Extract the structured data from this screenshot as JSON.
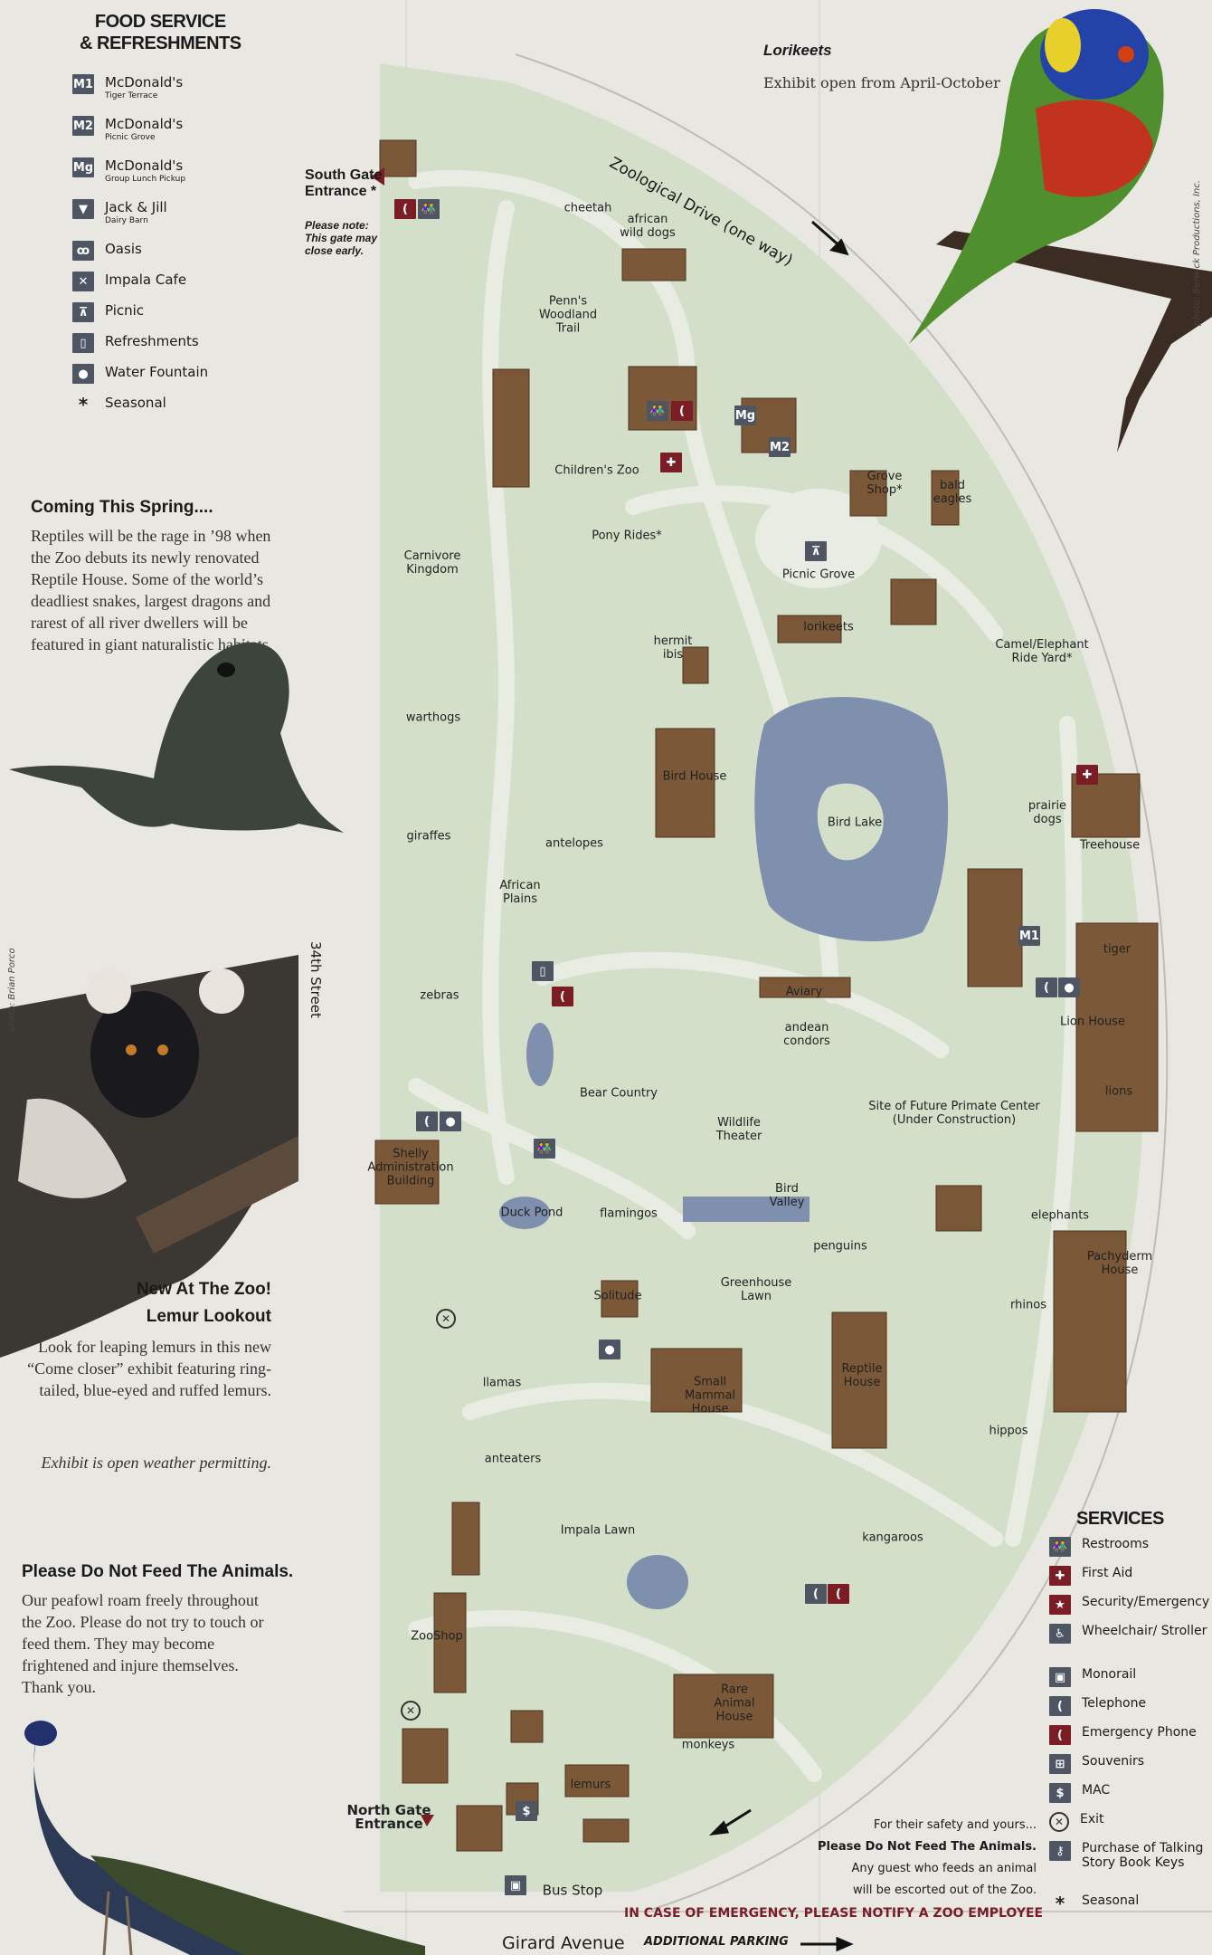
{
  "food_legend": {
    "title_line1": "FOOD SERVICE",
    "title_line2": "& REFRESHMENTS",
    "items": [
      {
        "icon": "mcdonalds-1-icon",
        "glyph": "M1",
        "label": "McDonald's",
        "sub": "Tiger Terrace"
      },
      {
        "icon": "mcdonalds-2-icon",
        "glyph": "M2",
        "label": "McDonald's",
        "sub": "Picnic Grove"
      },
      {
        "icon": "mcdonalds-g-icon",
        "glyph": "Mg",
        "label": "McDonald's",
        "sub": "Group Lunch Pickup"
      },
      {
        "icon": "ice-cream-icon",
        "glyph": "▼",
        "label": "Jack & Jill",
        "sub": "Dairy Barn"
      },
      {
        "icon": "pretzel-icon",
        "glyph": "ꝏ",
        "label": "Oasis",
        "sub": ""
      },
      {
        "icon": "fork-knife-icon",
        "glyph": "✕",
        "label": "Impala Cafe",
        "sub": ""
      },
      {
        "icon": "picnic-table-icon",
        "glyph": "⊼",
        "label": "Picnic",
        "sub": ""
      },
      {
        "icon": "cup-icon",
        "glyph": "▯",
        "label": "Refreshments",
        "sub": ""
      },
      {
        "icon": "water-drop-icon",
        "glyph": "●",
        "label": "Water Fountain",
        "sub": ""
      },
      {
        "icon": "asterisk-icon",
        "glyph": "*",
        "label": "Seasonal",
        "sub": ""
      }
    ]
  },
  "services_legend": {
    "title": "SERVICES",
    "items": [
      {
        "icon": "restroom-icon",
        "glyph": "👫",
        "label": "Restrooms",
        "red": false
      },
      {
        "icon": "first-aid-icon",
        "glyph": "✚",
        "label": "First Aid",
        "red": true
      },
      {
        "icon": "security-badge-icon",
        "glyph": "★",
        "label": "Security/Emergency",
        "red": true
      },
      {
        "icon": "wheelchair-icon",
        "glyph": "♿",
        "label": "Wheelchair/ Stroller",
        "red": false
      },
      {
        "icon": "monorail-icon",
        "glyph": "▣",
        "label": "Monorail",
        "red": false
      },
      {
        "icon": "telephone-icon",
        "glyph": "(",
        "label": "Telephone",
        "red": false
      },
      {
        "icon": "emergency-phone-icon",
        "glyph": "(",
        "label": "Emergency Phone",
        "red": true
      },
      {
        "icon": "gift-icon",
        "glyph": "⊞",
        "label": "Souvenirs",
        "red": false
      },
      {
        "icon": "dollar-icon",
        "glyph": "$",
        "label": "MAC",
        "red": false
      },
      {
        "icon": "exit-icon",
        "glyph": "✕",
        "label": "Exit",
        "red": false
      },
      {
        "icon": "key-icon",
        "glyph": "⚷",
        "label": "Purchase of Talking Story Book Keys",
        "red": false
      },
      {
        "icon": "asterisk-icon",
        "glyph": "*",
        "label": "Seasonal",
        "red": false
      }
    ]
  },
  "spring": {
    "title": "Coming This Spring....",
    "text": "Reptiles will be the rage in ’98 when the Zoo debuts its newly renovated Reptile House. Some of the world’s deadliest snakes, largest dragons and rarest of all river dwellers will be featured in giant naturalistic habitats."
  },
  "lemur": {
    "title1": "New At The Zoo!",
    "title2": "Lemur Lookout",
    "text": "Look for leaping lemurs in this new “Come closer” exhibit featuring ring-tailed, blue-eyed and ruffed lemurs.",
    "note": "Exhibit is open weather permitting.",
    "photo_credit": "photo: Brian Porco"
  },
  "peafowl": {
    "title": "Please Do Not Feed The Animals.",
    "text": "Our peafowl roam freely throughout the Zoo. Please do not try to touch or feed them. They may become frightened and injure themselves. Thank you."
  },
  "lorikeets": {
    "title": "Lorikeets",
    "subtitle": "Exhibit open from April-October",
    "photo_credit": "photo: Berwick Productions, Inc."
  },
  "south_gate": {
    "title": "South Gate Entrance *",
    "note": "Please note: This gate may close early."
  },
  "roads": {
    "zoological_drive": "Zoological Drive (one way)",
    "street_34th": "34th Street",
    "girard": "Girard Avenue",
    "parking": "ADDITIONAL PARKING"
  },
  "notice": {
    "line1": "For their safety and yours...",
    "line2": "Please Do Not Feed The Animals.",
    "line3": "Any guest who feeds an animal",
    "line4": "will be escorted out of the Zoo.",
    "emergency": "IN CASE OF EMERGENCY, PLEASE NOTIFY A ZOO EMPLOYEE"
  },
  "map": {
    "colors": {
      "grounds": "#d4dfca",
      "paths": "#e8ece2",
      "buildings": "#7a5838",
      "water": "#7f8fae",
      "icon": "#4e5663",
      "emergency_red": "#7b1d24"
    },
    "labels": [
      "cheetah",
      "african\nwild dogs",
      "Penn's\nWoodland\nTrail",
      "Children's Zoo",
      "Pony Rides*",
      "Grove\nShop*",
      "bald\neagles",
      "Picnic Grove",
      "lorikeets",
      "Carnivore\nKingdom",
      "hermit\nibis",
      "Camel/Elephant\nRide Yard*",
      "warthogs",
      "Bird House",
      "Bird Lake",
      "prairie\ndogs",
      "Treehouse",
      "giraffes",
      "antelopes",
      "African\nPlains",
      "tiger",
      "zebras",
      "Aviary",
      "andean\ncondors",
      "Lion House",
      "lions",
      "Bear Country",
      "Site of Future Primate Center\n(Under Construction)",
      "Wildlife\nTheater",
      "Shelly\nAdministration\nBuilding",
      "Duck Pond",
      "flamingos",
      "Bird\nValley",
      "penguins",
      "elephants",
      "Pachyderm\nHouse",
      "Greenhouse\nLawn",
      "Solitude",
      "rhinos",
      "Small\nMammal\nHouse",
      "Reptile\nHouse",
      "llamas",
      "hippos",
      "anteaters",
      "Impala Lawn",
      "kangaroos",
      "ZooShop",
      "Rare\nAnimal\nHouse",
      "monkeys",
      "lemurs",
      "North Gate\nEntrance",
      "Bus Stop"
    ]
  }
}
